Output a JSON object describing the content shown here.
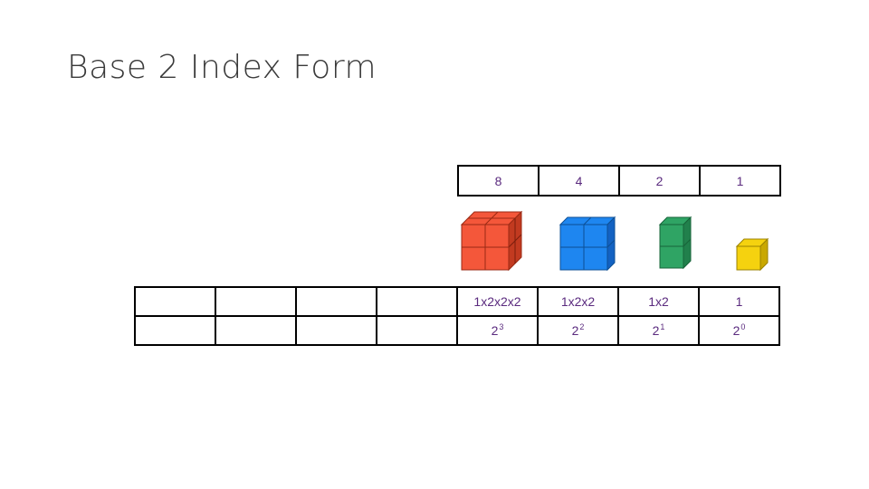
{
  "slide": {
    "title": "Base 2 Index Form"
  },
  "place_values": [
    "8",
    "4",
    "2",
    "1"
  ],
  "blocks": [
    {
      "icon": "red-cube-8-icon",
      "color": "#f4573a",
      "cols": 2,
      "rows": 2
    },
    {
      "icon": "blue-cube-4-icon",
      "color": "#1e86f0",
      "cols": 2,
      "rows": 2
    },
    {
      "icon": "green-cube-2-icon",
      "color": "#2fa464",
      "cols": 1,
      "rows": 2
    },
    {
      "icon": "yellow-cube-1-icon",
      "color": "#f5d20f",
      "cols": 1,
      "rows": 1
    }
  ],
  "expansions": [
    "",
    "",
    "",
    "",
    "1x2x2x2",
    "1x2x2",
    "1x2",
    "1"
  ],
  "powers": [
    {
      "base": "",
      "exp": ""
    },
    {
      "base": "",
      "exp": ""
    },
    {
      "base": "",
      "exp": ""
    },
    {
      "base": "",
      "exp": ""
    },
    {
      "base": "2",
      "exp": "3"
    },
    {
      "base": "2",
      "exp": "2"
    },
    {
      "base": "2",
      "exp": "1"
    },
    {
      "base": "2",
      "exp": "0"
    }
  ]
}
